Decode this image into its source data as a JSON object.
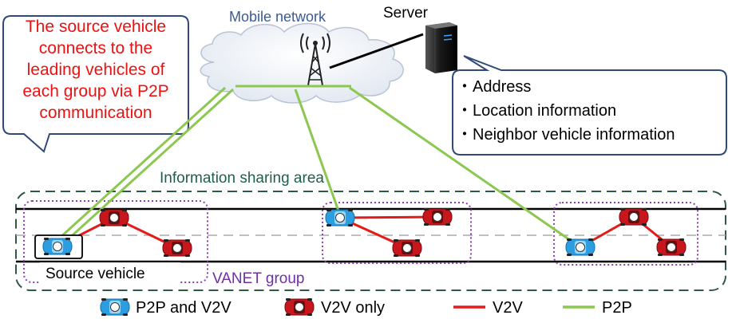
{
  "header": {
    "network_label": "Mobile network",
    "server_label": "Server"
  },
  "callout_left": {
    "lines": [
      "The source vehicle",
      "connects to the",
      "leading vehicles of",
      "each group via P2P",
      "communication"
    ],
    "color": "#ee1111"
  },
  "callout_right": {
    "items": [
      "・Address",
      "・Location information",
      "・Neighbor vehicle information"
    ]
  },
  "area": {
    "sharing_label": "Information sharing area",
    "source_label": "Source vehicle",
    "group_label": "VANET group"
  },
  "legend": {
    "p2p_v2v": "P2P and V2V",
    "v2v_only": "V2V only",
    "v2v": "V2V",
    "p2p": "P2P"
  },
  "colors": {
    "v2v_link": "#e21b1b",
    "p2p_link": "#8cc850",
    "blue_car": "#2a9ee0",
    "red_car": "#c8161d",
    "group_border": "#8a3fb5",
    "sharing_border": "#2d5a45",
    "network_text": "#3a5a99",
    "group_text": "#7030a0",
    "sharing_text": "#1f5f4a"
  },
  "icons": [
    "cell-tower-icon",
    "server-icon",
    "blue-car-icon",
    "red-car-icon",
    "cloud-icon"
  ]
}
